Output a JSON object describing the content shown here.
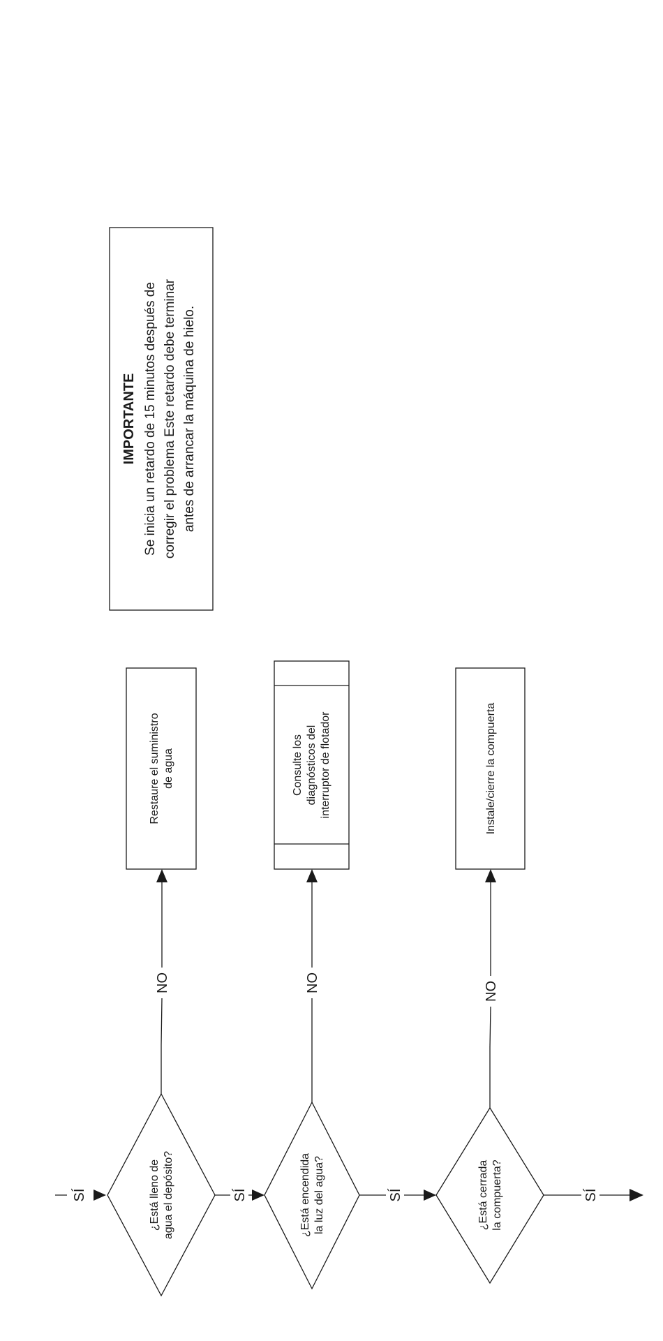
{
  "important": {
    "title": "IMPORTANTE",
    "line1": "Se inicia un retardo de 15 minutos después de",
    "line2": "corregir el problema Este retardo debe terminar",
    "line3": "antes de arrancar la máquina de hielo."
  },
  "decisions": [
    {
      "line1": "¿Está lleno de",
      "line2": "agua el depósito?"
    },
    {
      "line1": "¿Está encendida",
      "line2": "la luz del agua?"
    },
    {
      "line1": "¿Está cerrada",
      "line2": "la compuerta?"
    }
  ],
  "actions": [
    {
      "line1": "Restaure el suministro",
      "line2": "de agua"
    },
    {
      "line1": "Consulte los",
      "line2": "diagnósticos del",
      "line3": "interruptor de flotador"
    },
    {
      "line1": "Instale/cierre la compuerta"
    }
  ],
  "labels": {
    "yes": "SÍ",
    "no": "NO"
  }
}
